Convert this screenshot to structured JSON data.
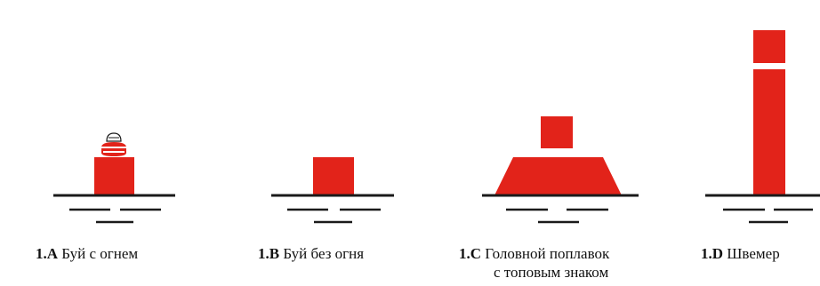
{
  "colors": {
    "fill": "#e2231a",
    "ink": "#1a1a1a"
  },
  "items": [
    {
      "code": "1.A",
      "text": "Буй с огнем"
    },
    {
      "code": "1.B",
      "text": "Буй без огня"
    },
    {
      "code": "1.C",
      "text": "Головной поплавок",
      "text2": "с топовым знаком"
    },
    {
      "code": "1.D",
      "text": "Швемер"
    }
  ]
}
